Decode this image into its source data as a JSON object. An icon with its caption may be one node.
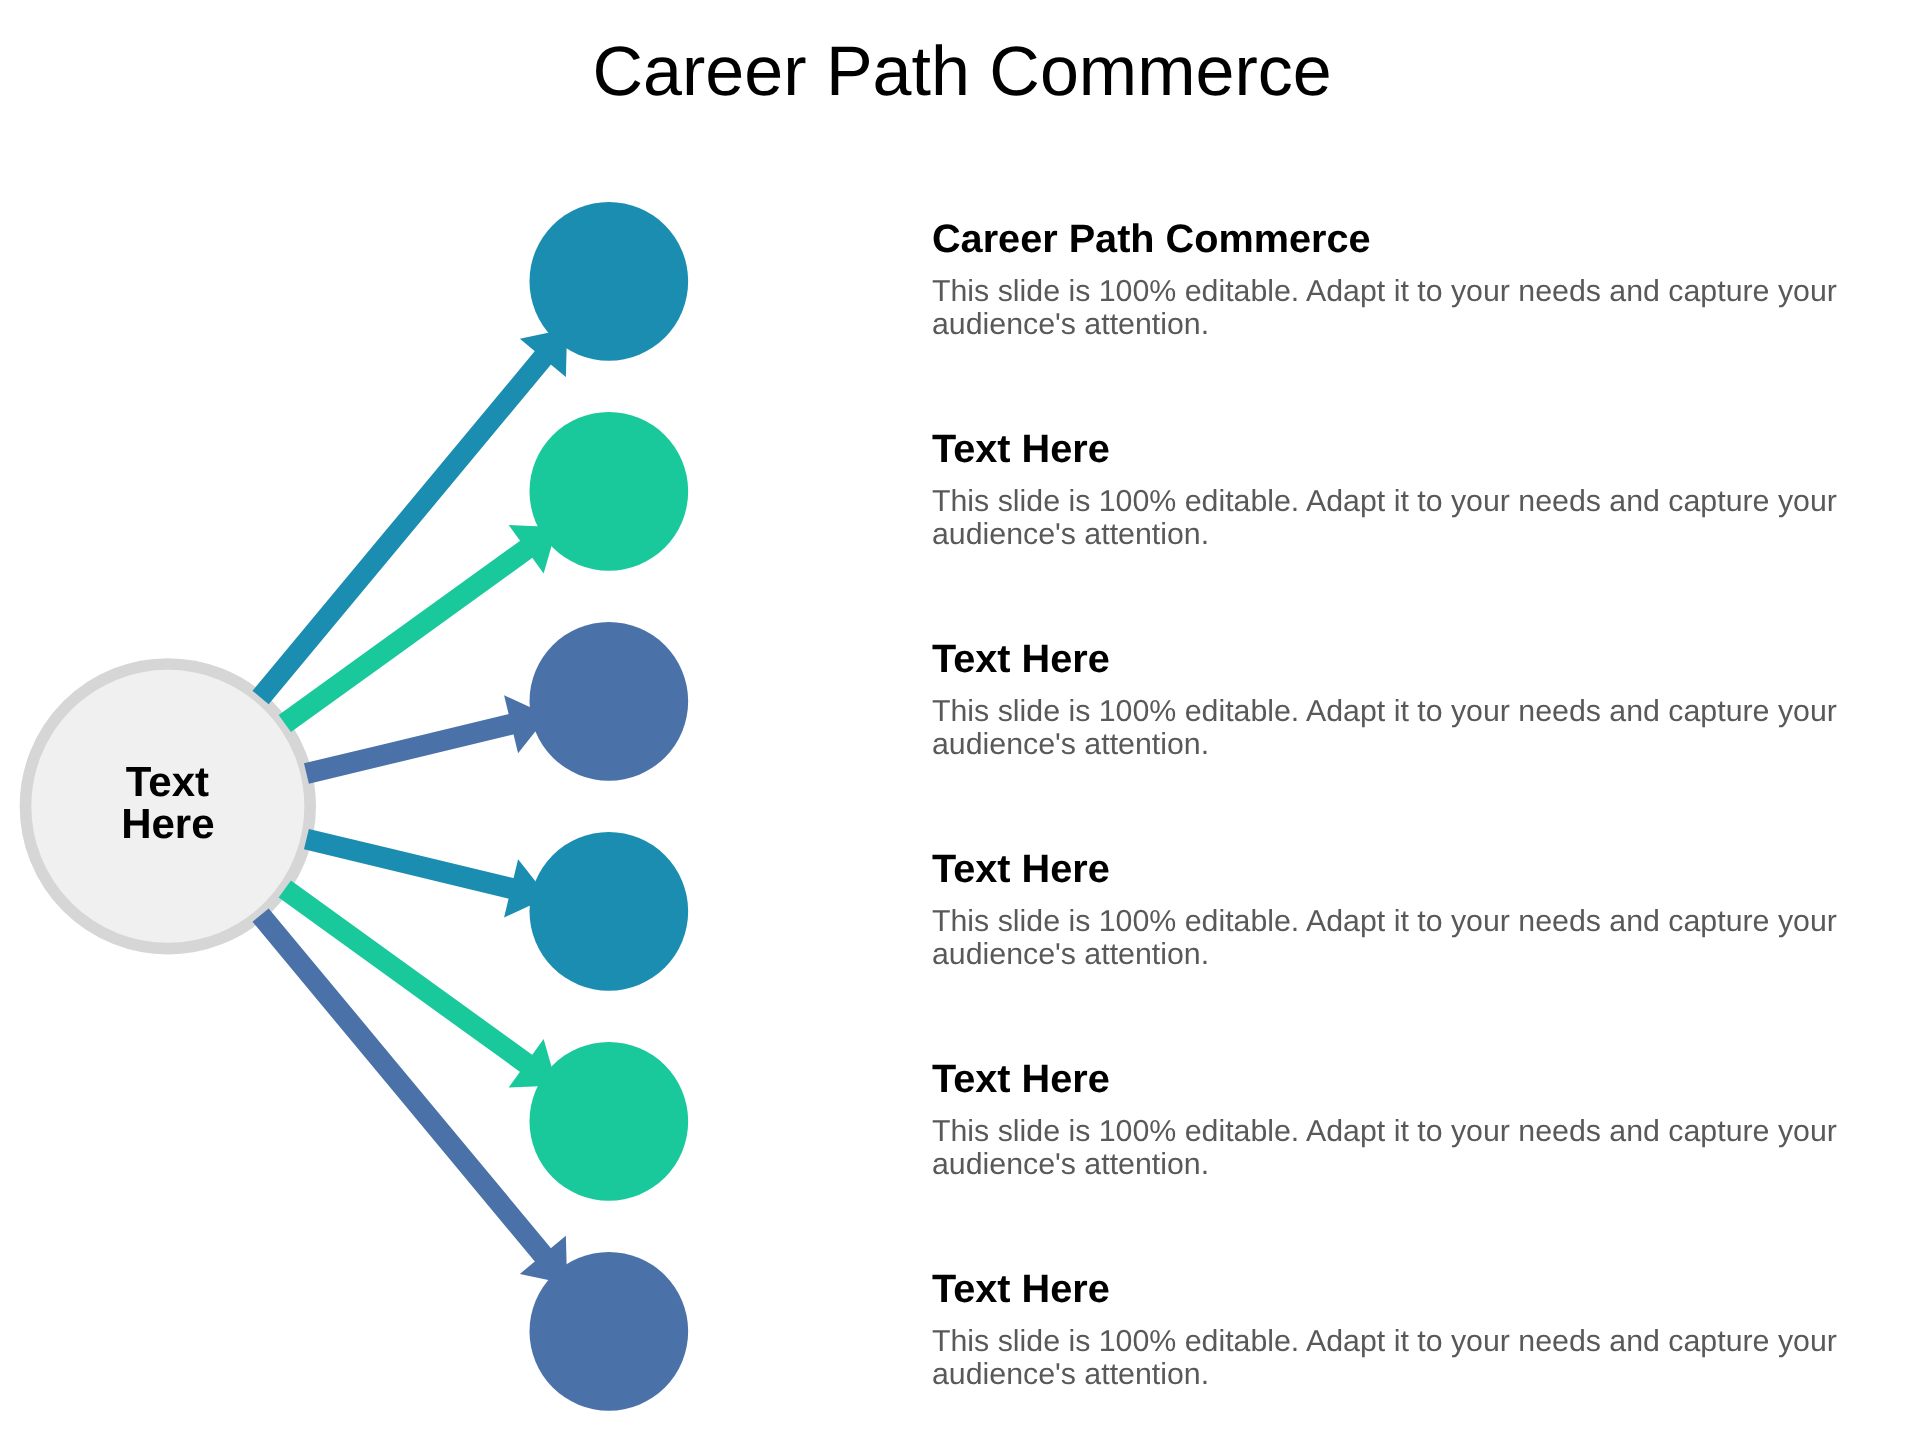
{
  "diagram": {
    "title": "Career Path Commerce",
    "nodes": [
      {
        "text": [
          "Text Here"
        ]
      },
      {
        "text": [],
        "shape": "circle",
        "beside": [
          "Career Path Commerce",
          "This slide is 100% editable. Adapt it to your needs and capture your audience's attention."
        ]
      },
      {
        "text": [],
        "shape": "circle",
        "beside": [
          "Text Here",
          "This slide is 100% editable. Adapt it to your needs and capture your audience's attention."
        ]
      },
      {
        "text": [],
        "shape": "circle",
        "beside": [
          "Text Here",
          "This slide is 100% editable. Adapt it to your needs and capture your audience's attention."
        ]
      },
      {
        "text": [],
        "shape": "circle",
        "beside": [
          "Text Here",
          "This slide is 100% editable. Adapt it to your needs and capture your audience's attention."
        ]
      },
      {
        "text": [],
        "shape": "circle",
        "beside": [
          "Text Here",
          "This slide is 100% editable. Adapt it to your needs and capture your audience's attention."
        ]
      },
      {
        "text": [],
        "shape": "circle",
        "beside": [
          "Text Here",
          "This slide is 100% editable. Adapt it to your needs and capture your audience's attention."
        ]
      }
    ],
    "edges": [
      {
        "from": 0,
        "to": 1,
        "arrow": "to",
        "color": "#1b8db0"
      },
      {
        "from": 0,
        "to": 2,
        "arrow": "to",
        "color": "#19c89b"
      },
      {
        "from": 0,
        "to": 3,
        "arrow": "to",
        "color": "#4a72a8"
      },
      {
        "from": 0,
        "to": 4,
        "arrow": "to",
        "color": "#1b8db0"
      },
      {
        "from": 0,
        "to": 5,
        "arrow": "to",
        "color": "#19c89b"
      },
      {
        "from": 0,
        "to": 6,
        "arrow": "to",
        "color": "#4a72a8"
      }
    ]
  }
}
